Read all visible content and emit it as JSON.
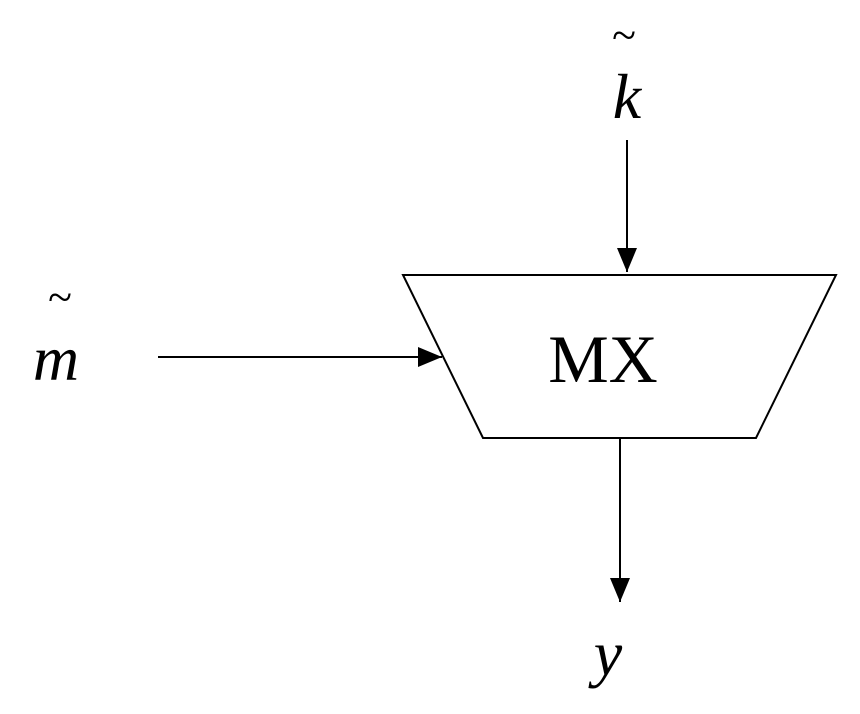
{
  "block": {
    "label": "MX"
  },
  "inputs": {
    "key": {
      "symbol": "k",
      "accent": "~"
    },
    "message": {
      "symbol": "m",
      "accent": "~"
    }
  },
  "output": {
    "symbol": "y"
  }
}
